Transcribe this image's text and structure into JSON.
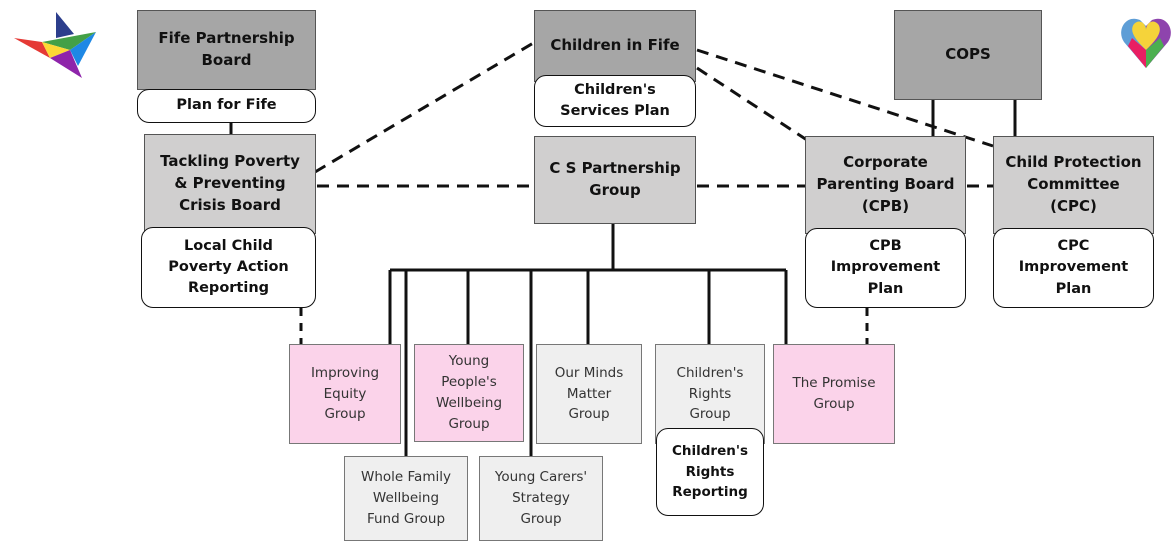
{
  "boards": {
    "fife_partnership": "Fife Partnership\nBoard",
    "children_in_fife": "Children in Fife",
    "cops": "COPS",
    "tackling_poverty": "Tackling Poverty\n& Preventing\nCrisis Board",
    "cs_partnership": "C S Partnership\nGroup",
    "corporate_parenting": "Corporate\nParenting Board\n(CPB)",
    "child_protection": "Child Protection\nCommittee\n(CPC)"
  },
  "plans": {
    "plan_for_fife": "Plan for Fife",
    "childrens_services": "Children's\nServices Plan",
    "local_child_poverty": "Local Child\nPoverty Action\nReporting",
    "cpb_improvement": "CPB\nImprovement\nPlan",
    "cpc_improvement": "CPC\nImprovement\nPlan"
  },
  "groups": {
    "improving_equity": "Improving\nEquity\nGroup",
    "young_peoples_wellbeing": "Young\nPeople's\nWellbeing\nGroup",
    "our_minds_matter": "Our Minds\nMatter\nGroup",
    "childrens_rights": "Children's\nRights\nGroup",
    "the_promise": "The Promise\nGroup",
    "whole_family": "Whole Family\nWellbeing\nFund Group",
    "young_carers": "Young Carers'\nStrategy\nGroup"
  },
  "reporting": {
    "childrens_rights_reporting": "Children's\nRights\nReporting"
  },
  "logos": {
    "left": "bird-logo-icon",
    "right": "heart-logo-icon"
  },
  "colors": {
    "dark_gray_box": "#a6a6a6",
    "light_gray_box": "#d0cfcf",
    "pink_group": "#fbd3ea",
    "grey_group": "#efefef"
  }
}
